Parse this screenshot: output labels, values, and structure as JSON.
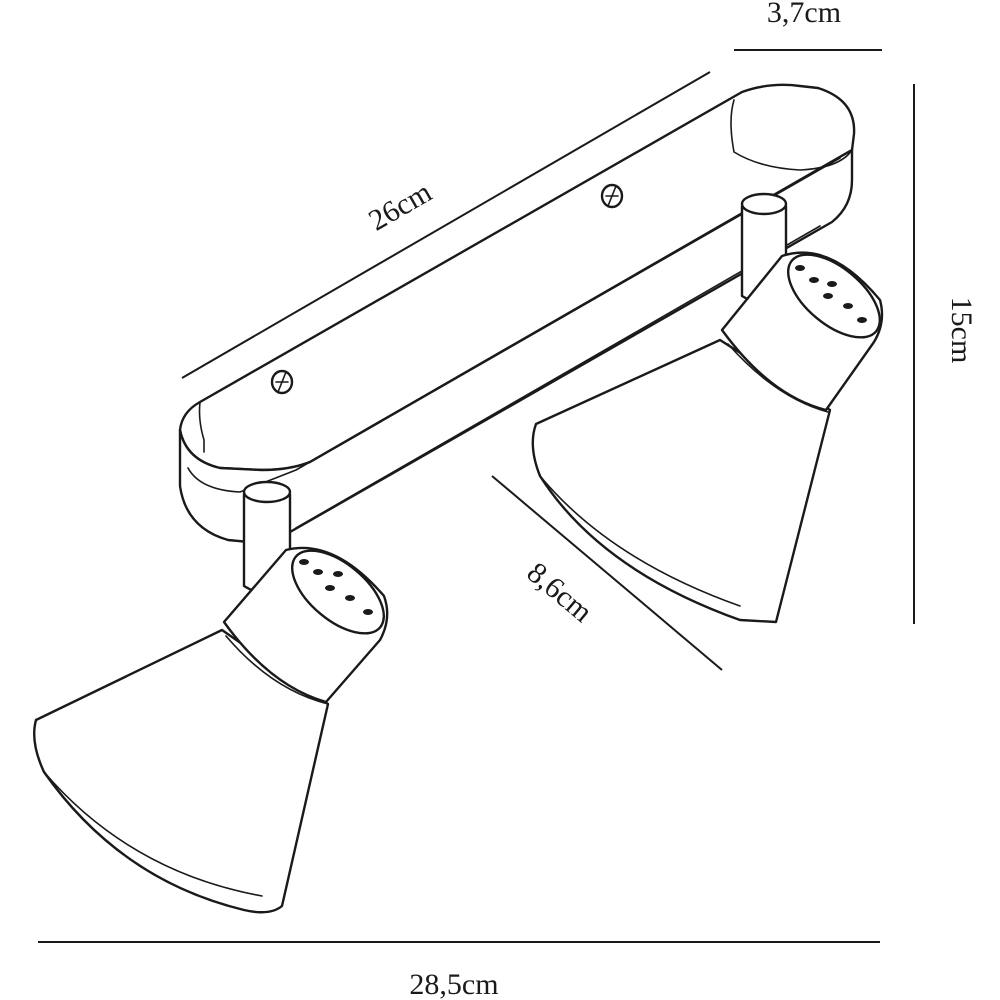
{
  "dimensions": {
    "depth": "3,7cm",
    "length": "26cm",
    "height": "15cm",
    "shade_diameter": "8,6cm",
    "total_width": "28,5cm"
  }
}
